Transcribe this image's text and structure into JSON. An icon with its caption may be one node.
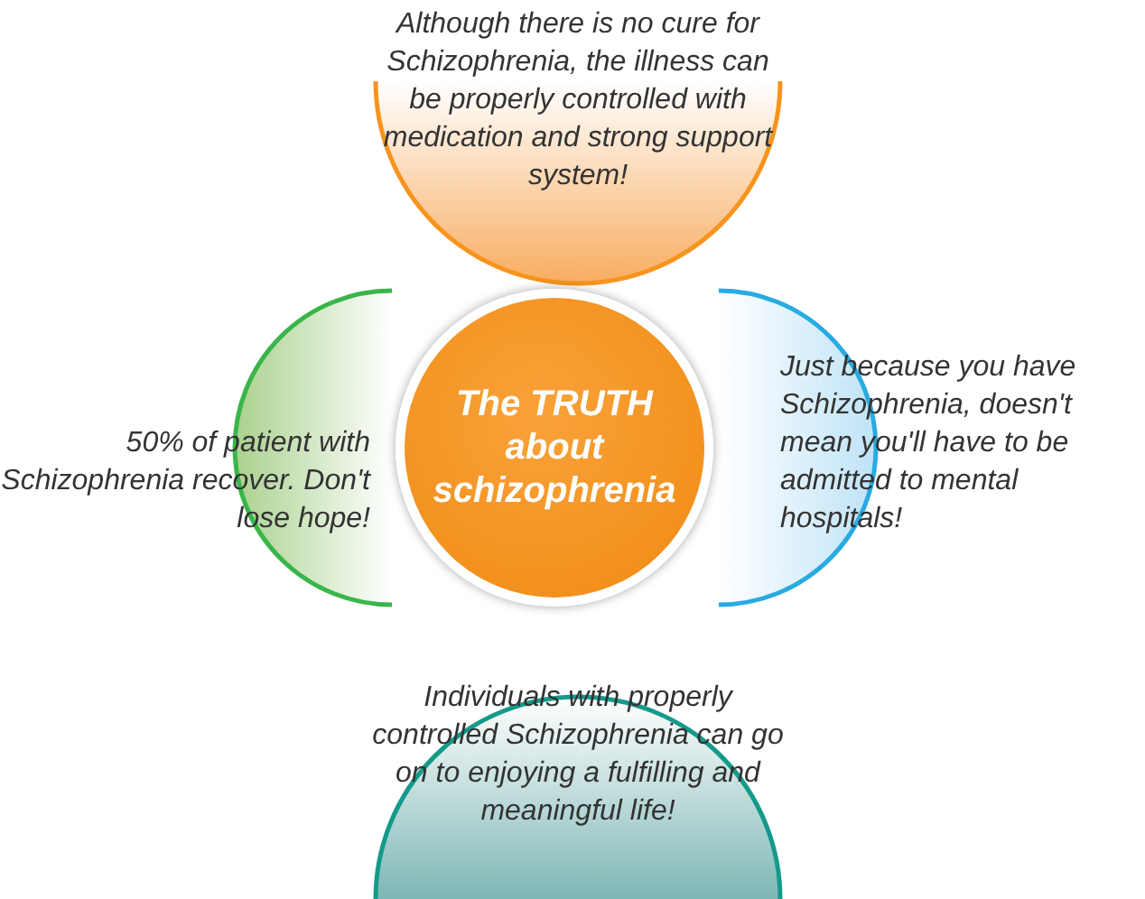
{
  "diagram": {
    "nodes": [
      {
        "text": [
          "Although there is no cure for Schizophrenia, the illness can be properly controlled with medication and strong support system!"
        ]
      },
      {
        "text": [
          "50% of patient with Schizophrenia recover. Don't lose hope!"
        ]
      },
      {
        "text": [
          "The TRUTH about schizophrenia"
        ]
      },
      {
        "text": [
          "Just because you have Schizophrenia, doesn't mean you'll have to be admitted to mental hospitals!"
        ]
      },
      {
        "text": [
          "Individuals with properly controlled Schizophrenia can go on to enjoying a fulfilling and meaningful life!"
        ]
      }
    ],
    "edges": []
  }
}
